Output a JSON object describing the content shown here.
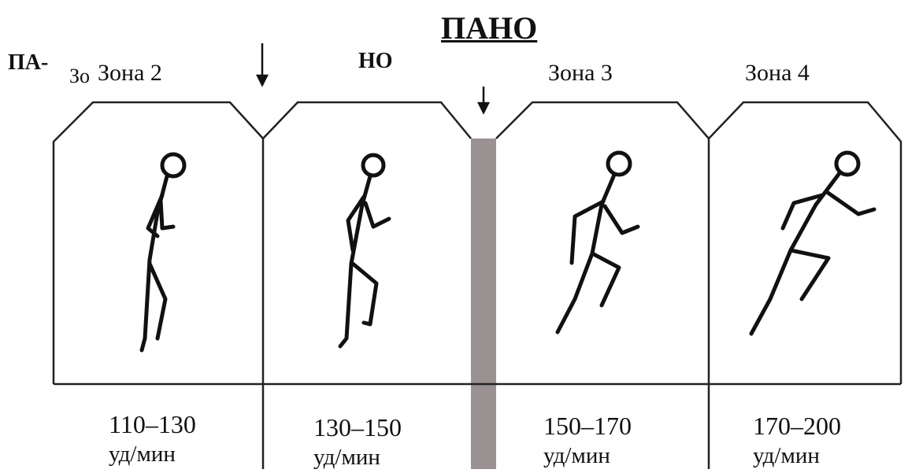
{
  "title": "ПАНО",
  "label_left": "ПА-",
  "label_mid": "НО",
  "fragment": "Зо",
  "zones": [
    {
      "name": "Зона 2",
      "range": "110–130",
      "unit": "уд/мин"
    },
    {
      "name": "",
      "range": "130–150",
      "unit": "уд/мин"
    },
    {
      "name": "Зона 3",
      "range": "150–170",
      "unit": "уд/мин"
    },
    {
      "name": "Зона 4",
      "range": "170–200",
      "unit": "уд/мин"
    }
  ]
}
